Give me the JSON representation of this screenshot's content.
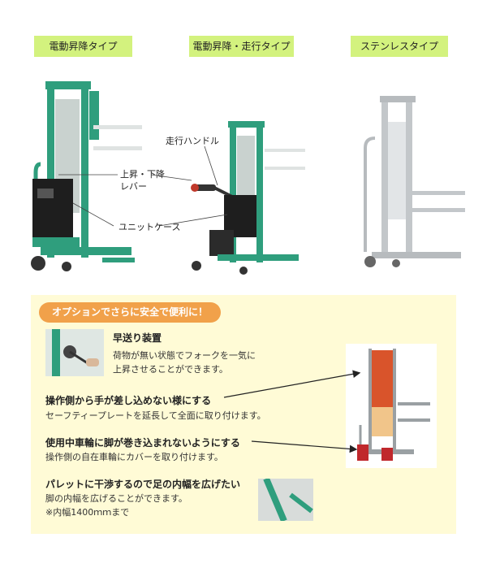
{
  "types": {
    "electric_lift": "電動昇降タイプ",
    "electric_lift_travel": "電動昇降・走行タイプ",
    "stainless": "ステンレスタイプ"
  },
  "callouts": {
    "travel_handle": "走行ハンドル",
    "lift_lower_lever": "上昇・下降\nレバー",
    "unit_case": "ユニットケース"
  },
  "options": {
    "title": "オプションでさらに安全で便利に！",
    "items": [
      {
        "head": "早送り装置",
        "body": "荷物が無い状態でフォークを一気に\n上昇させることができます。"
      },
      {
        "head": "操作側から手が差し込めない様にする",
        "body": "セーフティープレートを延長して全面に取り付けます。"
      },
      {
        "head": "使用中車輪に脚が巻き込まれないようにする",
        "body": "操作側の自在車輪にカバーを取り付けます。"
      },
      {
        "head": "パレットに干渉するので足の内幅を広げたい",
        "body": "脚の内幅を広げることができます。\n※内幅1400ｍｍまで"
      }
    ]
  },
  "colors": {
    "tag_bg": "#d3f27e",
    "options_bg": "#fffbd6",
    "badge_bg": "#f1a14a",
    "machine_green": "#2f9e7d"
  }
}
